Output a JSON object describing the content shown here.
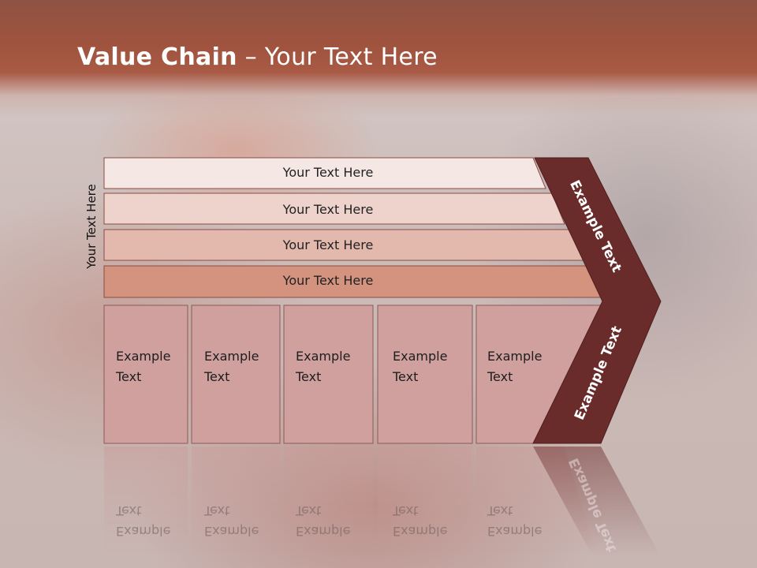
{
  "slide": {
    "title_bold": "Value Chain",
    "title_rest": " – Your Text Here",
    "side_label": "Your Text Here",
    "bars": [
      {
        "label": "Your Text Here",
        "color": "#f5e7e4"
      },
      {
        "label": "Your Text Here",
        "color": "#eed3cc"
      },
      {
        "label": "Your Text Here",
        "color": "#e3b9ae"
      },
      {
        "label": "Your Text Here",
        "color": "#d4937f"
      }
    ],
    "columns": [
      {
        "label": "Example Text"
      },
      {
        "label": "Example Text"
      },
      {
        "label": "Example Text"
      },
      {
        "label": "Example Text"
      },
      {
        "label": "Example Text"
      }
    ],
    "arrow_labels": {
      "upper": "Example Text",
      "lower": "Example Text"
    },
    "colors": {
      "header": "#a0533e",
      "chevron": "#6a2b2b",
      "column_fill": "#d0a09f"
    }
  }
}
